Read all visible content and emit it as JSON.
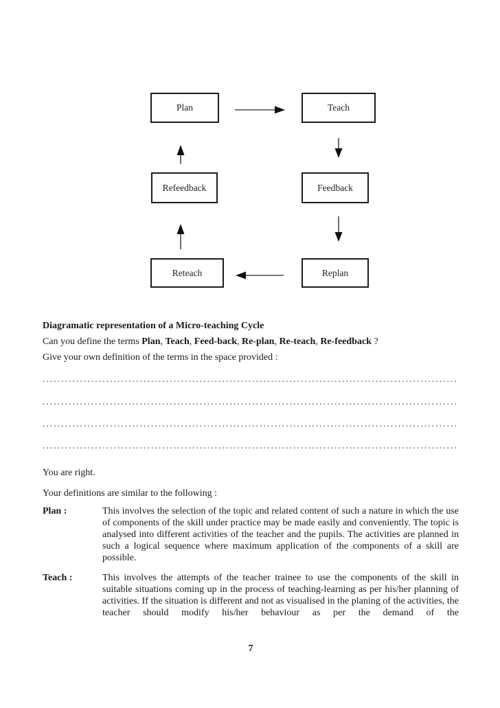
{
  "diagram": {
    "nodes": [
      {
        "id": "plan",
        "label": "Plan"
      },
      {
        "id": "teach",
        "label": "Teach"
      },
      {
        "id": "refeedback",
        "label": "Refeedback"
      },
      {
        "id": "feedback",
        "label": "Feedback"
      },
      {
        "id": "reteach",
        "label": "Reteach"
      },
      {
        "id": "replan",
        "label": "Replan"
      }
    ],
    "edges": [
      "plan->teach",
      "teach->feedback",
      "feedback->replan",
      "replan->reteach",
      "reteach->refeedback",
      "refeedback->plan"
    ]
  },
  "content": {
    "heading": "Diagramatic representation of a Micro-teaching Cycle",
    "question": {
      "prefix": "Can you define the terms ",
      "separator": ", ",
      "terms": [
        "Plan",
        "Teach",
        "Feed-back",
        "Re-plan",
        "Re-teach",
        "Re-feedback"
      ],
      "suffix": " ?"
    },
    "instruction": "Give your own definition of the terms in the space provided :",
    "answer_line_dots": "........................................................................................................................",
    "confirmation": "You are right.",
    "lead_in": "Your definitions are similar to the following :",
    "definitions": [
      {
        "label": "Plan :",
        "text": "This involves the selection of the topic and related content of such a nature in which the use of components of the skill under practice may be made easily and conveniently. The topic is analysed into different activities of the teacher and the pupils. The activities are planned in such a logical sequence where maximum application of the components of a skill are possible."
      },
      {
        "label": "Teach :",
        "text": "This  involves the attempts of the teacher trainee to use the components of the skill in suitable situations coming up in the process of teaching-learning as per his/her planning of activities. If the situation is different and not as visualised in the planing of the activities, the  teacher should modify his/her behaviour as per the demand of the"
      }
    ]
  },
  "footer": {
    "page_number": "7"
  }
}
